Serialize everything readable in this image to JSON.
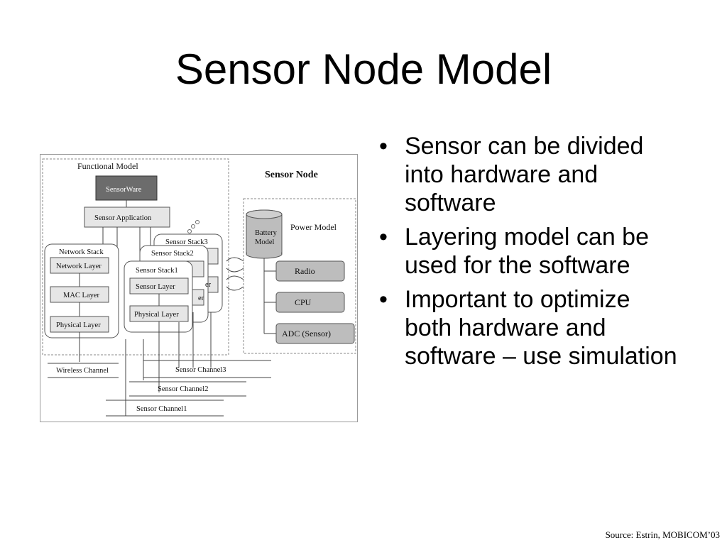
{
  "slide": {
    "title": "Sensor Node Model",
    "bullets": [
      "Sensor can be divided into hardware and software",
      "Layering model can be used for the software",
      "Important to optimize both hardware and software – use simulation"
    ],
    "bullet_glyph": "•",
    "source": "Source: Estrin, MOBICOM’03"
  },
  "diagram": {
    "functional_model": "Functional Model",
    "sensor_node": "Sensor Node",
    "sensorware": "SensorWare",
    "sensor_application": "Sensor Application",
    "network_stack": "Network Stack",
    "network_layer": "Network Layer",
    "mac_layer": "MAC Layer",
    "physical_layer": "Physical Layer",
    "sensor_stack3": "Sensor Stack3",
    "sensor_stack2": "Sensor Stack2",
    "sensor_stack1": "Sensor Stack1",
    "sensor_layer": "Sensor Layer",
    "stack_physical_layer": "Physical Layer",
    "power_model": "Power Model",
    "battery_model_line1": "Battery",
    "battery_model_line2": "Model",
    "radio": "Radio",
    "cpu": "CPU",
    "adc": "ADC (Sensor)",
    "wireless_channel": "Wireless Channel",
    "sensor_channel3": "Sensor Channel3",
    "sensor_channel2": "Sensor Channel2",
    "sensor_channel1": "Sensor Channel1"
  }
}
